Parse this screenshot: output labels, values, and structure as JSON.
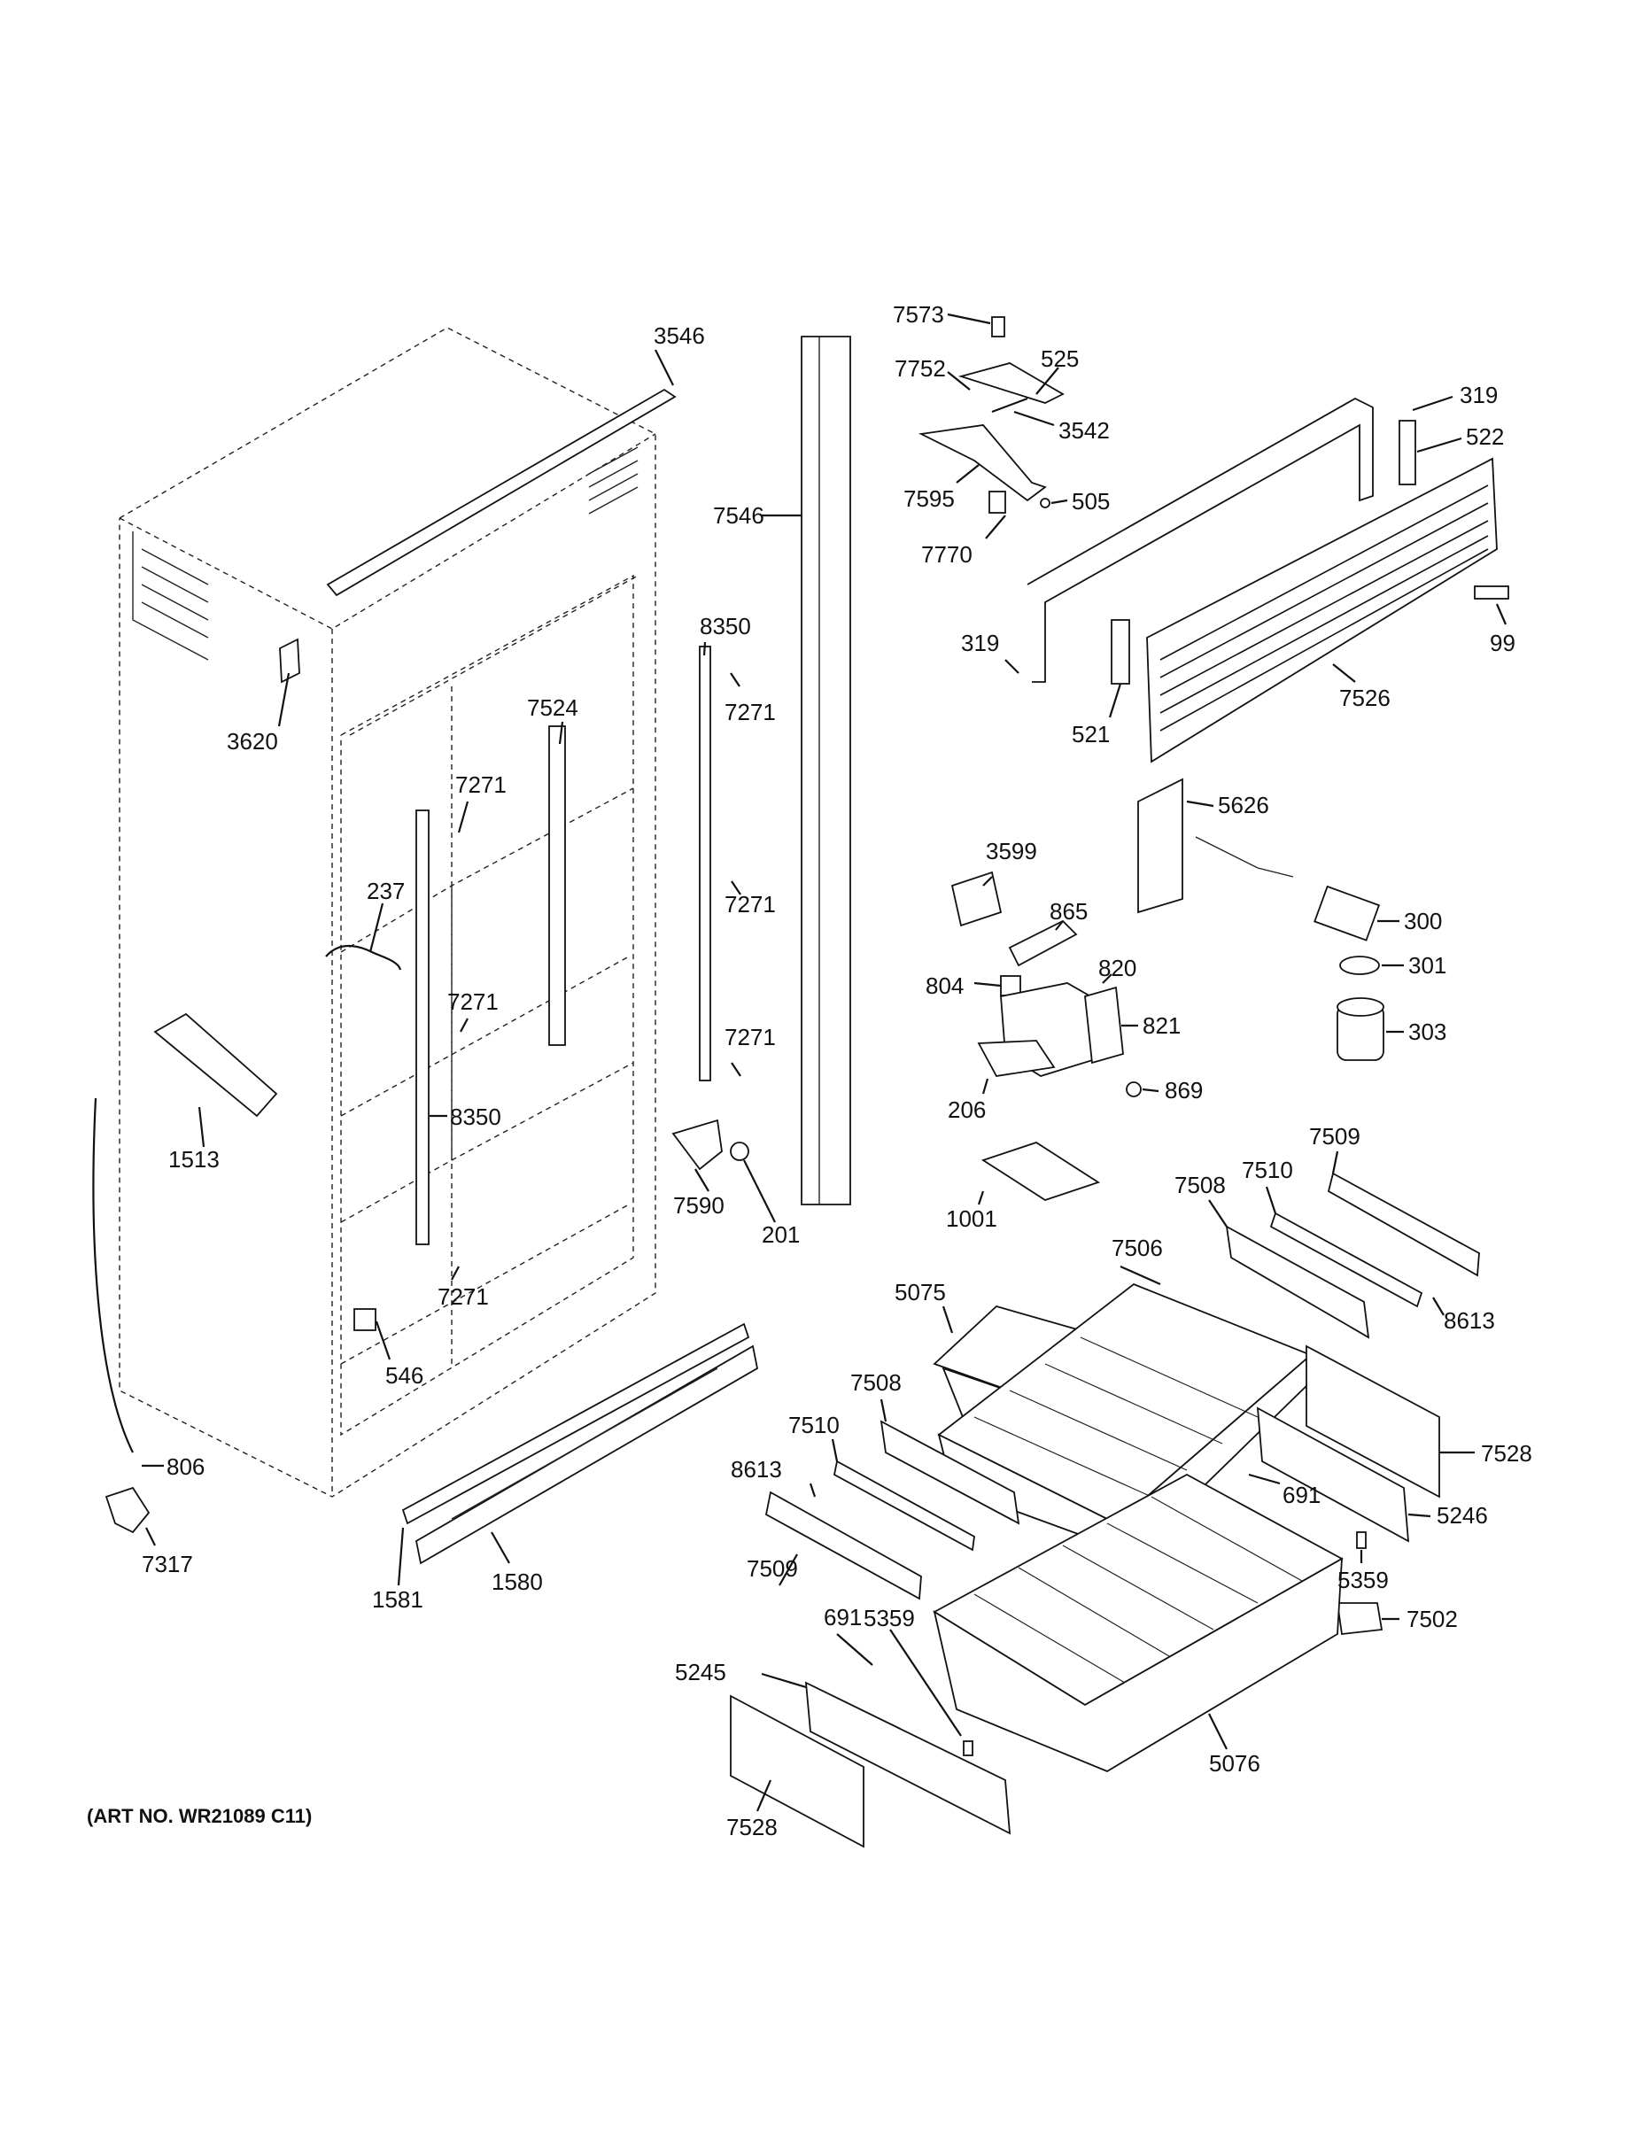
{
  "diagram": {
    "caption": "(ART NO. WR21089 C11)",
    "callouts": [
      {
        "id": "c-3546",
        "text": "3546"
      },
      {
        "id": "c-3620",
        "text": "3620"
      },
      {
        "id": "c-237",
        "text": "237"
      },
      {
        "id": "c-7271-a",
        "text": "7271"
      },
      {
        "id": "c-7271-b",
        "text": "7271"
      },
      {
        "id": "c-7271-c",
        "text": "7271"
      },
      {
        "id": "c-7271-d",
        "text": "7271"
      },
      {
        "id": "c-7271-e",
        "text": "7271"
      },
      {
        "id": "c-7271-f",
        "text": "7271"
      },
      {
        "id": "c-7524",
        "text": "7524"
      },
      {
        "id": "c-8350-a",
        "text": "8350"
      },
      {
        "id": "c-8350-b",
        "text": "8350"
      },
      {
        "id": "c-1513",
        "text": "1513"
      },
      {
        "id": "c-546",
        "text": "546"
      },
      {
        "id": "c-806",
        "text": "806"
      },
      {
        "id": "c-7317",
        "text": "7317"
      },
      {
        "id": "c-1581",
        "text": "1581"
      },
      {
        "id": "c-1580",
        "text": "1580"
      },
      {
        "id": "c-7546",
        "text": "7546"
      },
      {
        "id": "c-7590",
        "text": "7590"
      },
      {
        "id": "c-201",
        "text": "201"
      },
      {
        "id": "c-7573",
        "text": "7573"
      },
      {
        "id": "c-7752",
        "text": "7752"
      },
      {
        "id": "c-525",
        "text": "525"
      },
      {
        "id": "c-3542",
        "text": "3542"
      },
      {
        "id": "c-7595",
        "text": "7595"
      },
      {
        "id": "c-505",
        "text": "505"
      },
      {
        "id": "c-7770",
        "text": "7770"
      },
      {
        "id": "c-319-a",
        "text": "319"
      },
      {
        "id": "c-522",
        "text": "522"
      },
      {
        "id": "c-99",
        "text": "99"
      },
      {
        "id": "c-319-b",
        "text": "319"
      },
      {
        "id": "c-521",
        "text": "521"
      },
      {
        "id": "c-7526",
        "text": "7526"
      },
      {
        "id": "c-5626",
        "text": "5626"
      },
      {
        "id": "c-3599",
        "text": "3599"
      },
      {
        "id": "c-865",
        "text": "865"
      },
      {
        "id": "c-804",
        "text": "804"
      },
      {
        "id": "c-820",
        "text": "820"
      },
      {
        "id": "c-821",
        "text": "821"
      },
      {
        "id": "c-206",
        "text": "206"
      },
      {
        "id": "c-869",
        "text": "869"
      },
      {
        "id": "c-300",
        "text": "300"
      },
      {
        "id": "c-301",
        "text": "301"
      },
      {
        "id": "c-303",
        "text": "303"
      },
      {
        "id": "c-1001",
        "text": "1001"
      },
      {
        "id": "c-7509-a",
        "text": "7509"
      },
      {
        "id": "c-7510-a",
        "text": "7510"
      },
      {
        "id": "c-7508-a",
        "text": "7508"
      },
      {
        "id": "c-7506",
        "text": "7506"
      },
      {
        "id": "c-5075",
        "text": "5075"
      },
      {
        "id": "c-8613-a",
        "text": "8613"
      },
      {
        "id": "c-7508-b",
        "text": "7508"
      },
      {
        "id": "c-7510-b",
        "text": "7510"
      },
      {
        "id": "c-8613-b",
        "text": "8613"
      },
      {
        "id": "c-7509-b",
        "text": "7509"
      },
      {
        "id": "c-7528-a",
        "text": "7528"
      },
      {
        "id": "c-691-a",
        "text": "691"
      },
      {
        "id": "c-5246",
        "text": "5246"
      },
      {
        "id": "c-5359-a",
        "text": "5359"
      },
      {
        "id": "c-7502",
        "text": "7502"
      },
      {
        "id": "c-691-b",
        "text": "691"
      },
      {
        "id": "c-5359-b",
        "text": "5359"
      },
      {
        "id": "c-5245",
        "text": "5245"
      },
      {
        "id": "c-5076",
        "text": "5076"
      },
      {
        "id": "c-7528-b",
        "text": "7528"
      }
    ]
  }
}
